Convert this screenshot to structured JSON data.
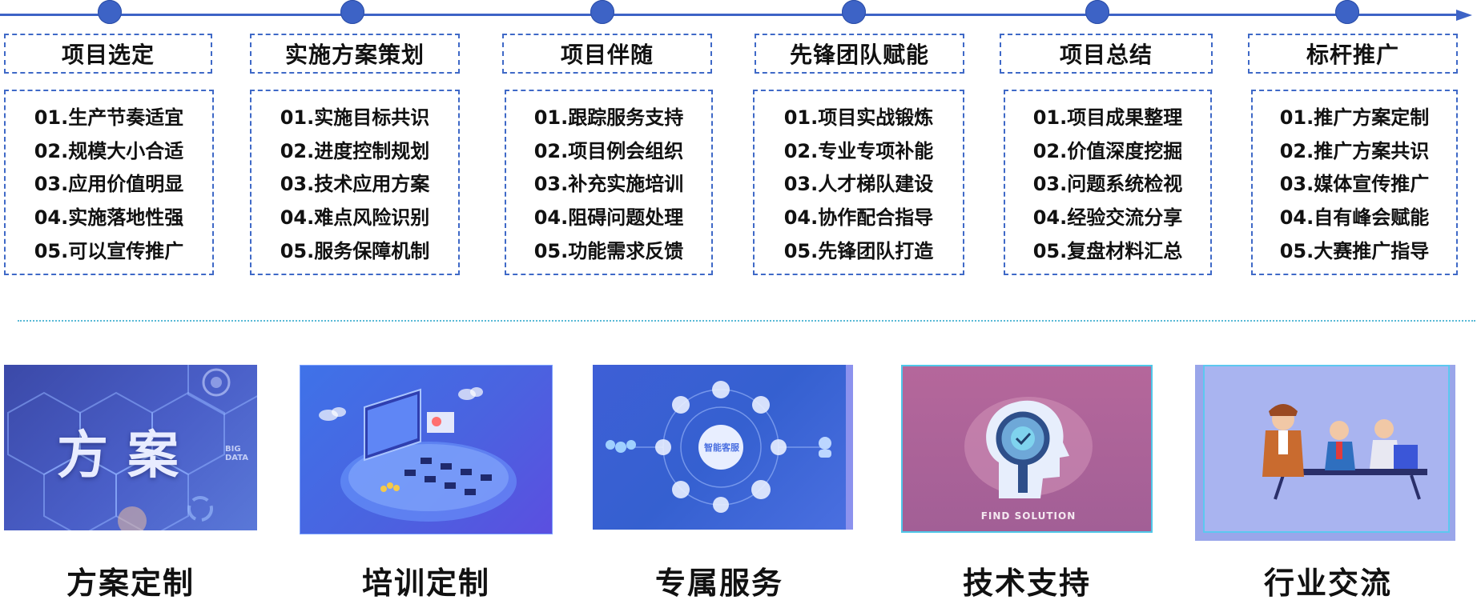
{
  "stages": [
    {
      "title": "项目选定",
      "items": [
        "01.生产节奏适宜",
        "02.规模大小合适",
        "03.应用价值明显",
        "04.实施落地性强",
        "05.可以宣传推广"
      ]
    },
    {
      "title": "实施方案策划",
      "items": [
        "01.实施目标共识",
        "02.进度控制规划",
        "03.技术应用方案",
        "04.难点风险识别",
        "05.服务保障机制"
      ]
    },
    {
      "title": "项目伴随",
      "items": [
        "01.跟踪服务支持",
        "02.项目例会组织",
        "03.补充实施培训",
        "04.阻碍问题处理",
        "05.功能需求反馈"
      ]
    },
    {
      "title": "先锋团队赋能",
      "items": [
        "01.项目实战锻炼",
        "02.专业专项补能",
        "03.人才梯队建设",
        "04.协作配合指导",
        "05.先锋团队打造"
      ]
    },
    {
      "title": "项目总结",
      "items": [
        "01.项目成果整理",
        "02.价值深度挖掘",
        "03.问题系统检视",
        "04.经验交流分享",
        "05.复盘材料汇总"
      ]
    },
    {
      "title": "标杆推广",
      "items": [
        "01.推广方案定制",
        "02.推广方案共识",
        "03.媒体宣传推广",
        "04.自有峰会赋能",
        "05.大赛推广指导"
      ]
    }
  ],
  "services": [
    {
      "label": "方案定制",
      "image_text": "方案",
      "image_small_text": "BIG DATA"
    },
    {
      "label": "培训定制"
    },
    {
      "label": "专属服务",
      "image_text": "智能客服"
    },
    {
      "label": "技术支持",
      "image_text": "FIND SOLUTION"
    },
    {
      "label": "行业交流"
    }
  ],
  "colors": {
    "accent": "#3d63c6",
    "dashed_border": "#3f69c7",
    "separator": "#58b9d6"
  }
}
